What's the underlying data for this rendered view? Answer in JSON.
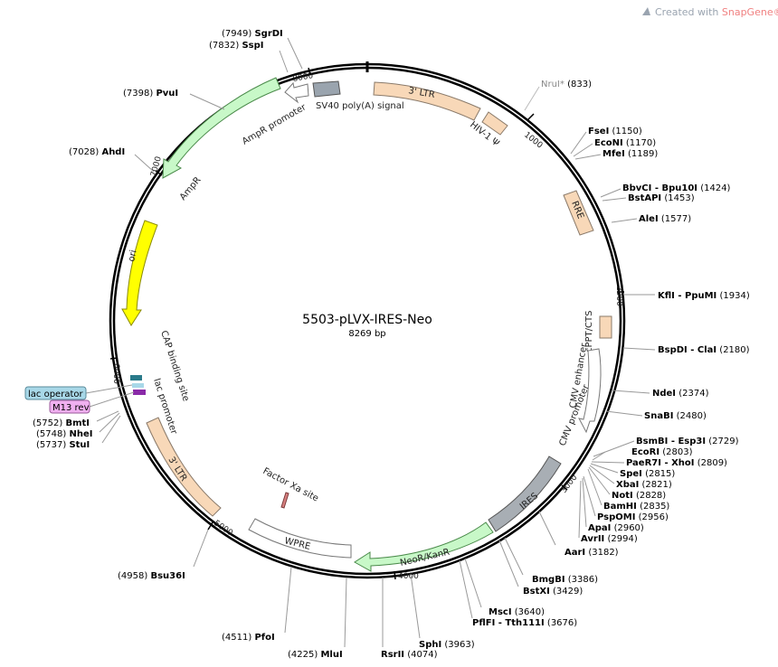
{
  "plasmid": {
    "name": "5503-pLVX-IRES-Neo",
    "length_label": "8269 bp",
    "length": 8269
  },
  "credit": {
    "prefix": "Created with ",
    "brand": "SnapGene®",
    "brand_color": "#f08080",
    "prefix_color": "#9aa4b0"
  },
  "tick_labels": [
    "1000",
    "2000",
    "3000",
    "4000",
    "5000",
    "6000",
    "7000",
    "8000"
  ],
  "sites": [
    {
      "name": "SgrDI",
      "pos": "(7949)"
    },
    {
      "name": "SspI",
      "pos": "(7832)"
    },
    {
      "name": "PvuI",
      "pos": "(7398)"
    },
    {
      "name": "AhdI",
      "pos": "(7028)"
    },
    {
      "name": "NruI*",
      "pos": "(833)",
      "gray": true
    },
    {
      "name": "FseI",
      "pos": "(1150)"
    },
    {
      "name": "EcoNI",
      "pos": "(1170)"
    },
    {
      "name": "MfeI",
      "pos": "(1189)"
    },
    {
      "name": "BbvCI - Bpu10I",
      "pos": "(1424)"
    },
    {
      "name": "BstAPI",
      "pos": "(1453)"
    },
    {
      "name": "AleI",
      "pos": "(1577)"
    },
    {
      "name": "KflI - PpuMI",
      "pos": "(1934)"
    },
    {
      "name": "BspDI - ClaI",
      "pos": "(2180)"
    },
    {
      "name": "NdeI",
      "pos": "(2374)"
    },
    {
      "name": "SnaBI",
      "pos": "(2480)"
    },
    {
      "name": "BsmBI - Esp3I",
      "pos": "(2729)"
    },
    {
      "name": "EcoRI",
      "pos": "(2803)"
    },
    {
      "name": "PaeR7I - XhoI",
      "pos": "(2809)"
    },
    {
      "name": "SpeI",
      "pos": "(2815)"
    },
    {
      "name": "XbaI",
      "pos": "(2821)"
    },
    {
      "name": "NotI",
      "pos": "(2828)"
    },
    {
      "name": "BamHI",
      "pos": "(2835)"
    },
    {
      "name": "PspOMI",
      "pos": "(2956)"
    },
    {
      "name": "ApaI",
      "pos": "(2960)"
    },
    {
      "name": "AvrII",
      "pos": "(2994)"
    },
    {
      "name": "AarI",
      "pos": "(3182)"
    },
    {
      "name": "BmgBI",
      "pos": "(3386)"
    },
    {
      "name": "BstXI",
      "pos": "(3429)"
    },
    {
      "name": "MscI",
      "pos": "(3640)"
    },
    {
      "name": "PflFI - Tth111I",
      "pos": "(3676)"
    },
    {
      "name": "SphI",
      "pos": "(3963)"
    },
    {
      "name": "RsrII",
      "pos": "(4074)"
    },
    {
      "name": "MluI",
      "pos": "(4225)"
    },
    {
      "name": "PfoI",
      "pos": "(4511)"
    },
    {
      "name": "Bsu36I",
      "pos": "(4958)"
    },
    {
      "name": "BmtI",
      "pos": "(5752)"
    },
    {
      "name": "NheI",
      "pos": "(5748)"
    },
    {
      "name": "StuI",
      "pos": "(5737)"
    }
  ],
  "features": [
    {
      "name": "3' LTR",
      "color": "#f8d8b8"
    },
    {
      "name": "HIV-1 Ψ",
      "color": "#f8d8b8"
    },
    {
      "name": "RRE",
      "color": "#f8d8b8"
    },
    {
      "name": "cPPT/CTS",
      "color": "#f8d8b8"
    },
    {
      "name": "CMV enhancer",
      "color": "#ffffff"
    },
    {
      "name": "CMV promoter",
      "color": "#ffffff"
    },
    {
      "name": "IRES",
      "color": "#a8aeb4"
    },
    {
      "name": "NeoR/KanR",
      "color": "#c8f8c8"
    },
    {
      "name": "WPRE",
      "color": "#ffffff"
    },
    {
      "name": "Factor Xa site",
      "color": "#d88080"
    },
    {
      "name": "3' LTR",
      "color": "#f8d8b8"
    },
    {
      "name": "lac promoter",
      "color": "#ffffff"
    },
    {
      "name": "CAP binding site",
      "color": "#2a7a8a"
    },
    {
      "name": "ori",
      "color": "#ffff00"
    },
    {
      "name": "AmpR",
      "color": "#c8f8c8"
    },
    {
      "name": "AmpR promoter",
      "color": "#ffffff"
    },
    {
      "name": "SV40 poly(A) signal",
      "color": "#9aa4ae"
    }
  ],
  "tags": [
    {
      "name": "lac operator",
      "color": "#a8d8e8"
    },
    {
      "name": "M13 rev",
      "color": "#f0b0f0"
    }
  ]
}
